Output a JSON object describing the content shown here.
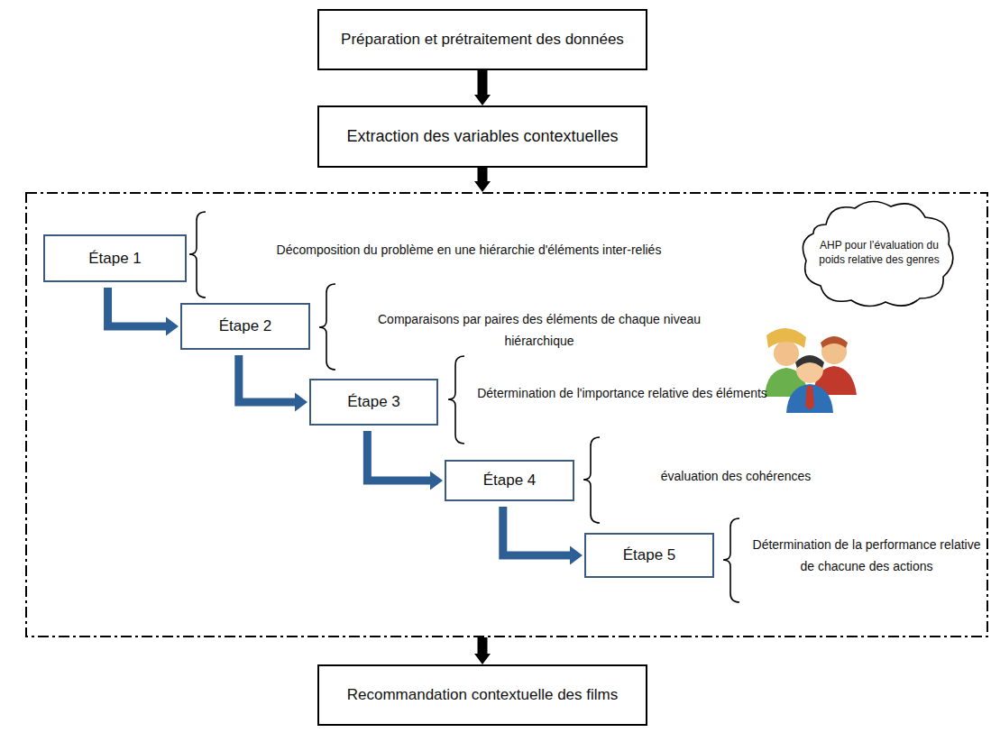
{
  "diagram": {
    "nodes": [
      {
        "text": [
          "Préparation et prétraitement des données"
        ]
      },
      {
        "text": [
          "Extraction des variables contextuelles"
        ]
      },
      {
        "text": []
      },
      {
        "text": [
          "Étape  1"
        ],
        "in": 2
      },
      {
        "text": [
          "Étape 2"
        ],
        "in": 2
      },
      {
        "text": [
          "Étape 3"
        ],
        "in": 2
      },
      {
        "text": [
          "Étape 4"
        ],
        "in": 2
      },
      {
        "text": [
          "Étape 5"
        ],
        "in": 2
      },
      {
        "text": [
          "AHP pour l’évaluation du poids relative des genres"
        ],
        "in": 2
      },
      {
        "text": [
          "Recommandation contextuelle  des films"
        ]
      }
    ],
    "edges": [
      {
        "from": 0,
        "to": 1,
        "arrow": "to"
      },
      {
        "from": 1,
        "to": 2,
        "arrow": "to"
      },
      {
        "from": 3,
        "to": 4,
        "arrow": "to"
      },
      {
        "from": 4,
        "to": 5,
        "arrow": "to"
      },
      {
        "from": 5,
        "to": 6,
        "arrow": "to"
      },
      {
        "from": 6,
        "to": 7,
        "arrow": "to"
      },
      {
        "from": 2,
        "to": 9,
        "arrow": "to"
      }
    ],
    "labels": [
      "Décomposition du problème en une hiérarchie d'éléments inter-reliés",
      "Comparaisons par paires des éléments de chaque niveau hiérarchique",
      "Détermination de l'importance relative des éléments",
      "évaluation  des cohérences",
      "Détermination de la performance relative  de chacune des actions"
    ]
  }
}
